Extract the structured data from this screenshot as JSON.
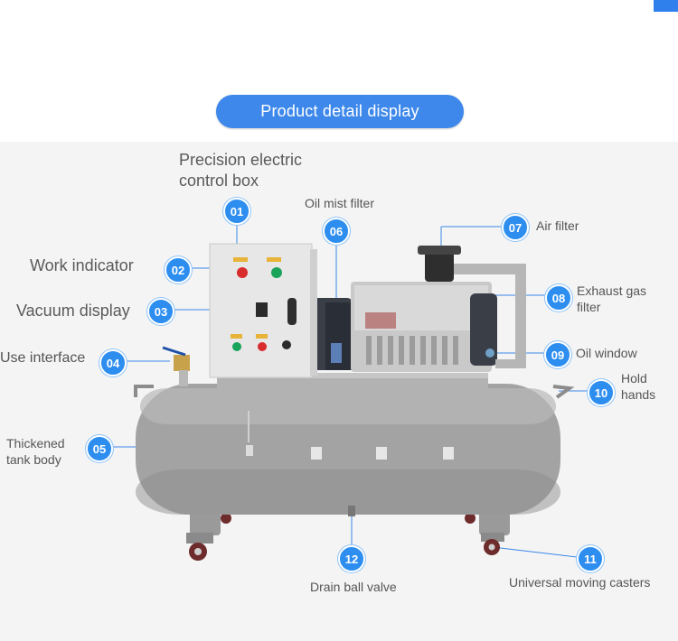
{
  "header": {
    "title": "Product detail display"
  },
  "colors": {
    "accent": "#3d88ea",
    "badge": "#2d8ef0"
  },
  "callouts": [
    {
      "num": "01",
      "label": "Precision electric control box"
    },
    {
      "num": "02",
      "label": "Work indicator"
    },
    {
      "num": "03",
      "label": "Vacuum display"
    },
    {
      "num": "04",
      "label": "Use interface"
    },
    {
      "num": "05",
      "label": "Thickened tank body"
    },
    {
      "num": "06",
      "label": "Oil mist filter"
    },
    {
      "num": "07",
      "label": "Air filter"
    },
    {
      "num": "08",
      "label": "Exhaust gas filter"
    },
    {
      "num": "09",
      "label": "Oil window"
    },
    {
      "num": "10",
      "label": "Hold hands"
    },
    {
      "num": "11",
      "label": "Universal moving casters"
    },
    {
      "num": "12",
      "label": "Drain ball valve"
    }
  ]
}
